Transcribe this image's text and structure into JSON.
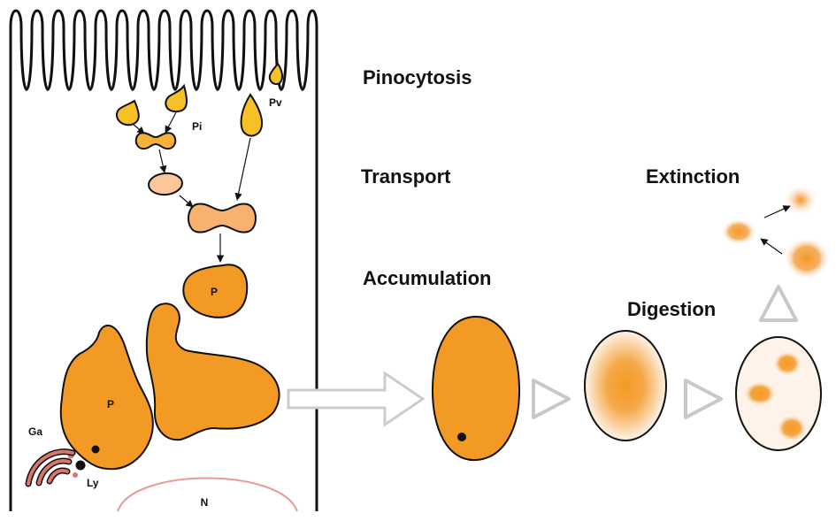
{
  "stages": {
    "pinocytosis": "Pinocytosis",
    "transport": "Transport",
    "accumulation": "Accumulation",
    "digestion": "Digestion",
    "extinction": "Extinction"
  },
  "parts": {
    "pinocytic_vesicle": "Pi",
    "pinocytic_vacuole": "Pv",
    "protein_droplet_small": "P",
    "protein_droplet_large": "P",
    "golgi": "Ga",
    "lysosome": "Ly",
    "nucleus": "N"
  },
  "colors": {
    "orange": "#F39A25",
    "light_orange": "#F7B97A",
    "pale_orange": "#F9C79A",
    "yellow": "#F5C125",
    "golgi": "#D9756A",
    "nucleus_outline": "#E89A9A",
    "gray_arrow": "#C8C8C8"
  }
}
